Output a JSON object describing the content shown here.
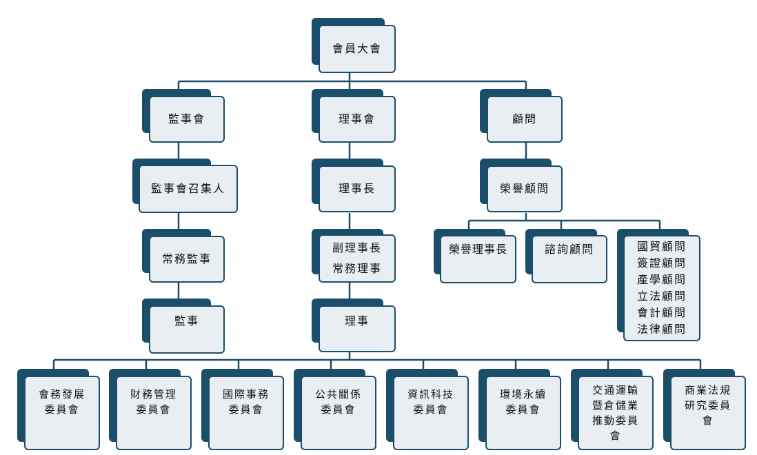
{
  "org_chart": {
    "top": {
      "general_assembly": "會員大會"
    },
    "level1": {
      "supervisors_board": "監事會",
      "directors_board": "理事會",
      "advisors": "顧問"
    },
    "supervisors_branch": {
      "convener": "監事會召集人",
      "standing_supervisor": "常務監事",
      "supervisor": "監事"
    },
    "directors_branch": {
      "chairman": "理事長",
      "vice_chair_standing": "副理事長\n常務理事",
      "director": "理事"
    },
    "advisors_branch": {
      "honorary_advisor": "榮譽顧問",
      "honorary_chairman": "榮譽理事長",
      "consulting_advisor": "諮詢顧問",
      "specialist_advisors": "國貿顧問\n簽證顧問\n產學顧問\n立法顧問\n會計顧問\n法律顧問"
    },
    "committees": [
      "會務發展\n委員會",
      "財務管理\n委員會",
      "國際事務\n委員會",
      "公共關係\n委員會",
      "資訊科技\n委員會",
      "環境永續\n委員會",
      "交通運輸\n暨倉儲業\n推動委員\n會",
      "商業法規\n研究委員\n會"
    ]
  },
  "colors": {
    "shadow": "#1b4e6b",
    "box_fill": "#e8eef2",
    "connector": "#1b4e6b"
  }
}
